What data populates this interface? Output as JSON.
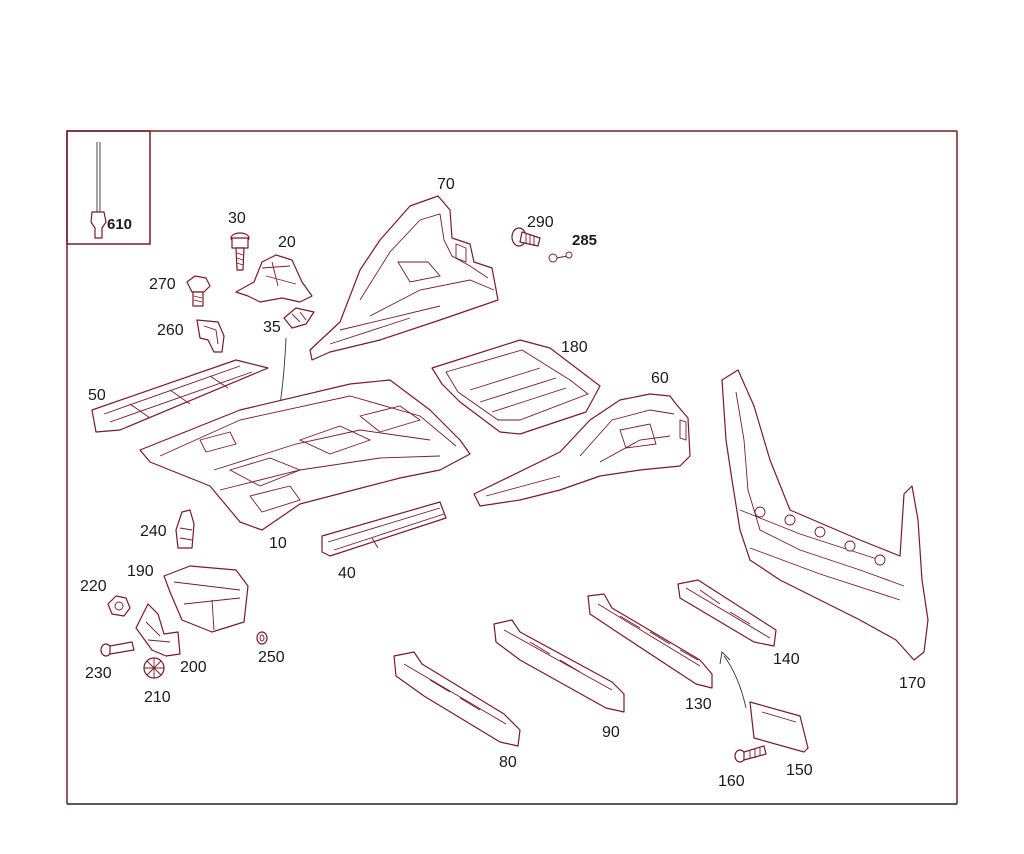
{
  "colors": {
    "line": "#7a1a2a",
    "text": "#1a1a1a",
    "background": "#ffffff"
  },
  "labels": {
    "p10": "10",
    "p20": "20",
    "p30": "30",
    "p35": "35",
    "p40": "40",
    "p50": "50",
    "p60": "60",
    "p70": "70",
    "p80": "80",
    "p90": "90",
    "p130": "130",
    "p140": "140",
    "p150": "150",
    "p160": "160",
    "p170": "170",
    "p180": "180",
    "p190": "190",
    "p200": "200",
    "p210": "210",
    "p220": "220",
    "p230": "230",
    "p240": "240",
    "p250": "250",
    "p260": "260",
    "p270": "270",
    "p285": "285",
    "p290": "290",
    "p610": "610"
  }
}
